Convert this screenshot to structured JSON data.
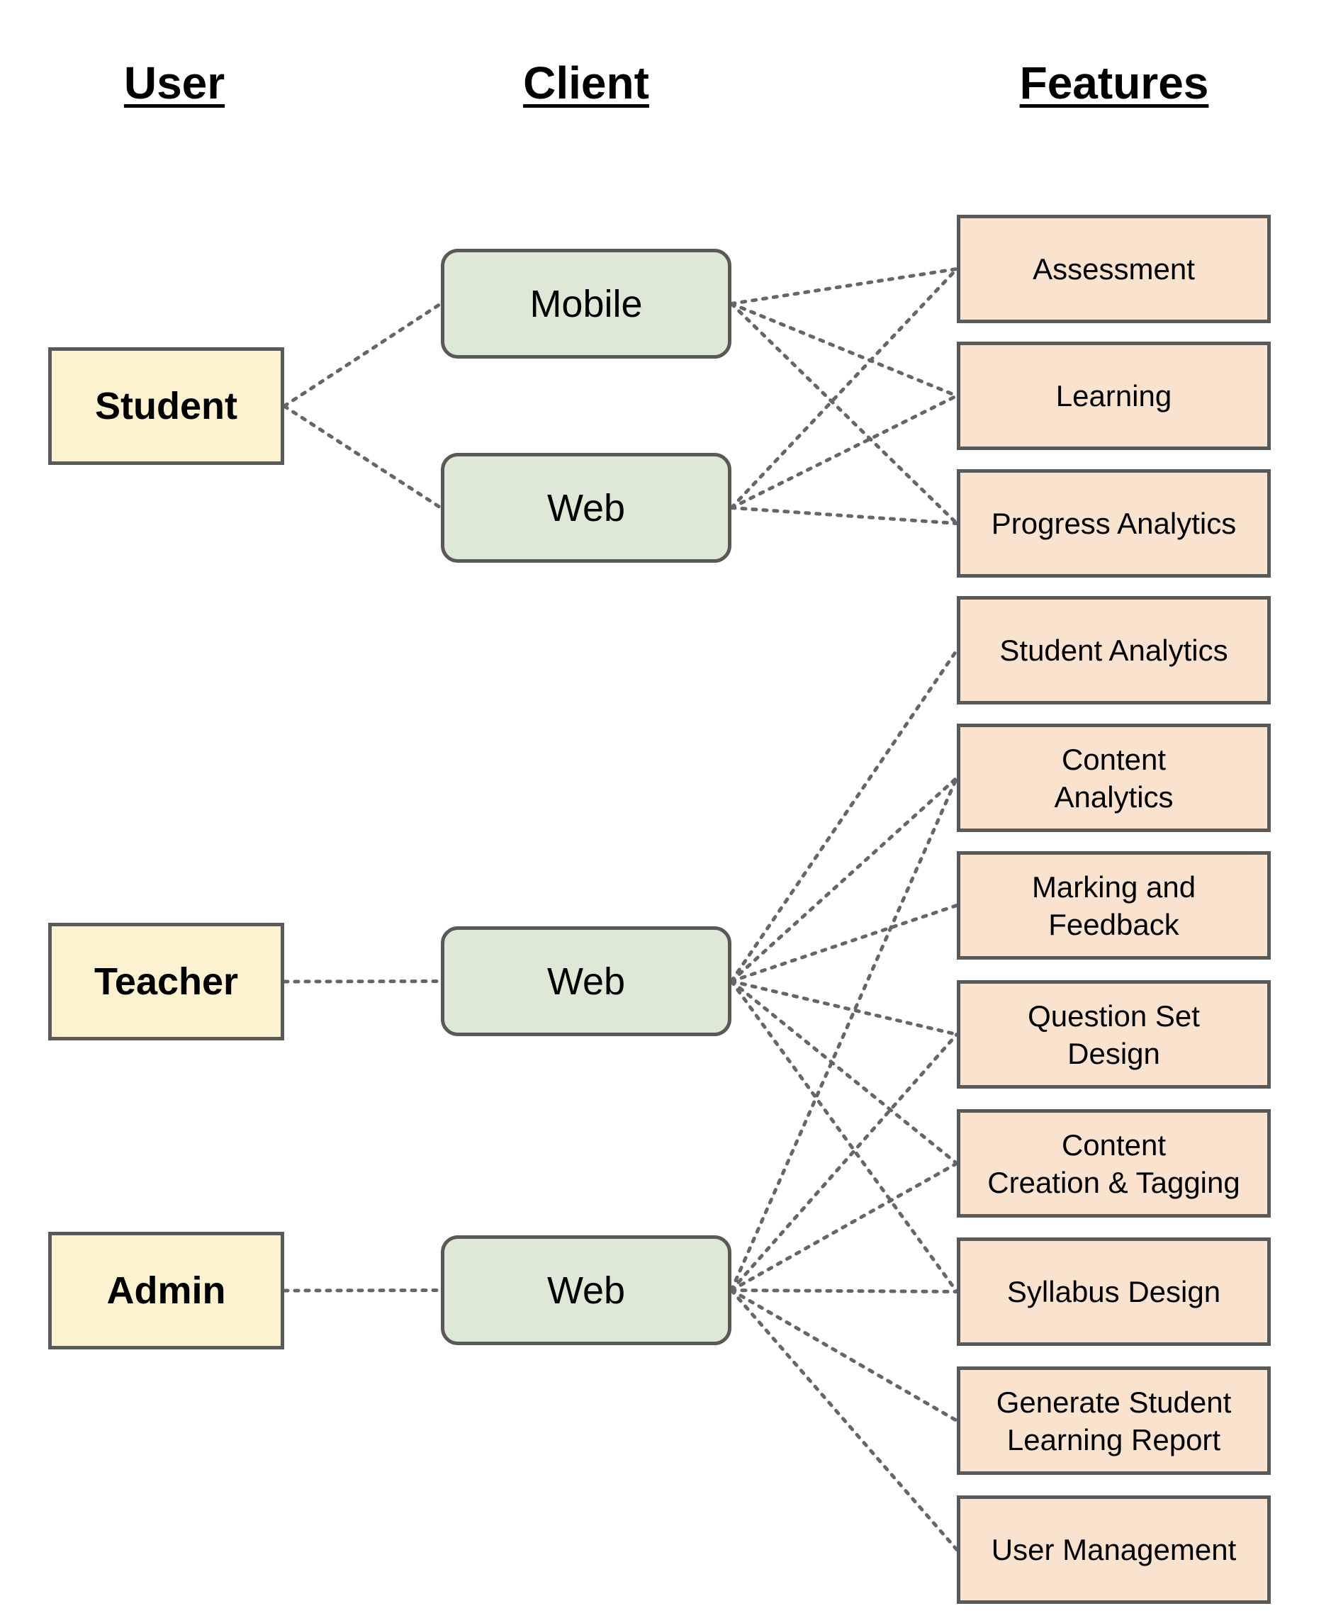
{
  "headings": {
    "user": "User",
    "client": "Client",
    "features": "Features"
  },
  "users": [
    {
      "id": "student",
      "label": "Student"
    },
    {
      "id": "teacher",
      "label": "Teacher"
    },
    {
      "id": "admin",
      "label": "Admin"
    }
  ],
  "clients": [
    {
      "id": "student-mobile",
      "label": "Mobile"
    },
    {
      "id": "student-web",
      "label": "Web"
    },
    {
      "id": "teacher-web",
      "label": "Web"
    },
    {
      "id": "admin-web",
      "label": "Web"
    }
  ],
  "features": [
    {
      "id": "assessment",
      "label": "Assessment"
    },
    {
      "id": "learning",
      "label": "Learning"
    },
    {
      "id": "progress-analytics",
      "label": "Progress Analytics"
    },
    {
      "id": "student-analytics",
      "label": "Student Analytics"
    },
    {
      "id": "content-analytics",
      "label": "Content\nAnalytics"
    },
    {
      "id": "marking-feedback",
      "label": "Marking and\nFeedback"
    },
    {
      "id": "question-set-design",
      "label": "Question Set\nDesign"
    },
    {
      "id": "content-creation",
      "label": "Content\nCreation & Tagging"
    },
    {
      "id": "syllabus-design",
      "label": "Syllabus Design"
    },
    {
      "id": "generate-report",
      "label": "Generate Student\nLearning Report"
    },
    {
      "id": "user-management",
      "label": "User Management"
    }
  ],
  "edges": [
    [
      "student",
      "student-mobile"
    ],
    [
      "student",
      "student-web"
    ],
    [
      "teacher",
      "teacher-web"
    ],
    [
      "admin",
      "admin-web"
    ],
    [
      "student-mobile",
      "assessment"
    ],
    [
      "student-mobile",
      "learning"
    ],
    [
      "student-mobile",
      "progress-analytics"
    ],
    [
      "student-web",
      "assessment"
    ],
    [
      "student-web",
      "learning"
    ],
    [
      "student-web",
      "progress-analytics"
    ],
    [
      "teacher-web",
      "student-analytics"
    ],
    [
      "teacher-web",
      "content-analytics"
    ],
    [
      "teacher-web",
      "marking-feedback"
    ],
    [
      "teacher-web",
      "question-set-design"
    ],
    [
      "teacher-web",
      "content-creation"
    ],
    [
      "teacher-web",
      "syllabus-design"
    ],
    [
      "admin-web",
      "content-analytics"
    ],
    [
      "admin-web",
      "question-set-design"
    ],
    [
      "admin-web",
      "content-creation"
    ],
    [
      "admin-web",
      "syllabus-design"
    ],
    [
      "admin-web",
      "generate-report"
    ],
    [
      "admin-web",
      "user-management"
    ]
  ],
  "colors": {
    "user_fill": "#fdf2d0",
    "client_fill": "#dee8d6",
    "feature_fill": "#f9e3cf",
    "border": "#595959",
    "connector": "#666666"
  }
}
